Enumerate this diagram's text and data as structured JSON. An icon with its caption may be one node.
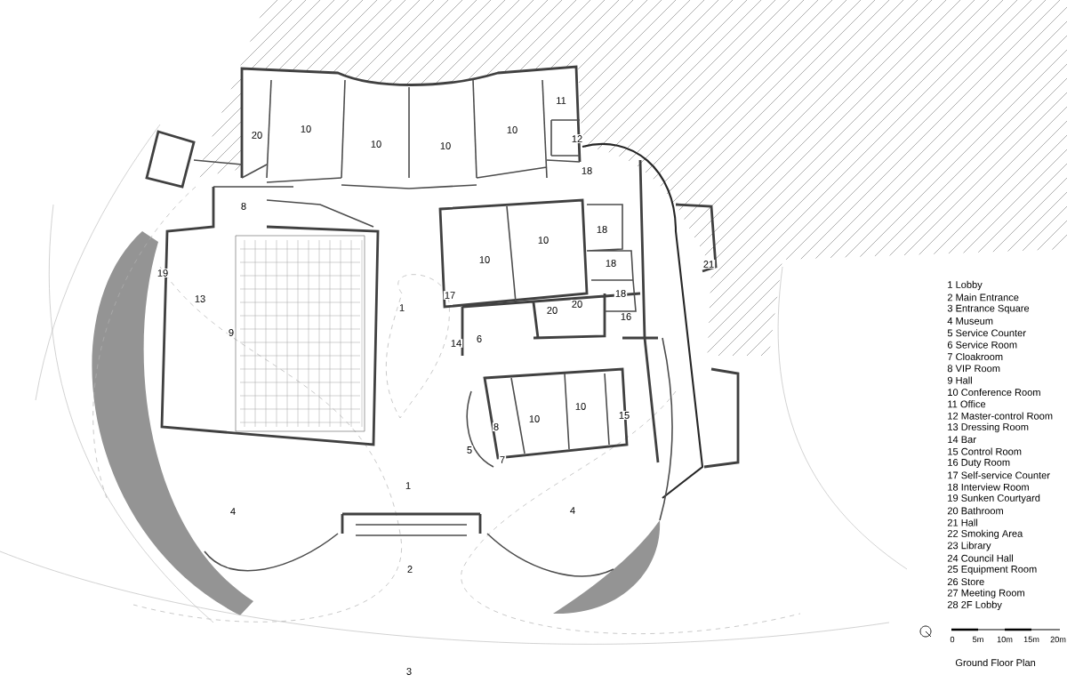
{
  "diagram": {
    "caption": "Ground Floor Plan",
    "labels": [
      "11",
      "20",
      "10",
      "10",
      "10",
      "10",
      "12",
      "18",
      "8",
      "10",
      "18",
      "19",
      "10",
      "18",
      "21",
      "13",
      "17",
      "18",
      "1",
      "20",
      "20",
      "16",
      "9",
      "14",
      "6",
      "8",
      "10",
      "10",
      "15",
      "5",
      "7",
      "1",
      "4",
      "4",
      "2",
      "3",
      "1 Lobby",
      "2 Main Entrance",
      "3 Entrance Square",
      "4 Museum",
      "5 Service Counter",
      "6 Service Room",
      "7 Cloakroom",
      "8 VIP Room",
      "9 Hall",
      "10 Conference Room",
      "11 Office",
      "12 Master-control Room",
      "13 Dressing Room",
      "14 Bar",
      "15 Control Room",
      "16 Duty Room",
      "17 Self-service Counter",
      "18 Interview Room",
      "19 Sunken Courtyard",
      "20 Bathroom",
      "21 Hall",
      "22 Smoking Area",
      "23 Library",
      "24 Council Hall",
      "25 Equipment Room",
      "26 Store",
      "27 Meeting Room",
      "28 2F Lobby",
      "0",
      "5m",
      "10m",
      "15m",
      "20m"
    ]
  }
}
